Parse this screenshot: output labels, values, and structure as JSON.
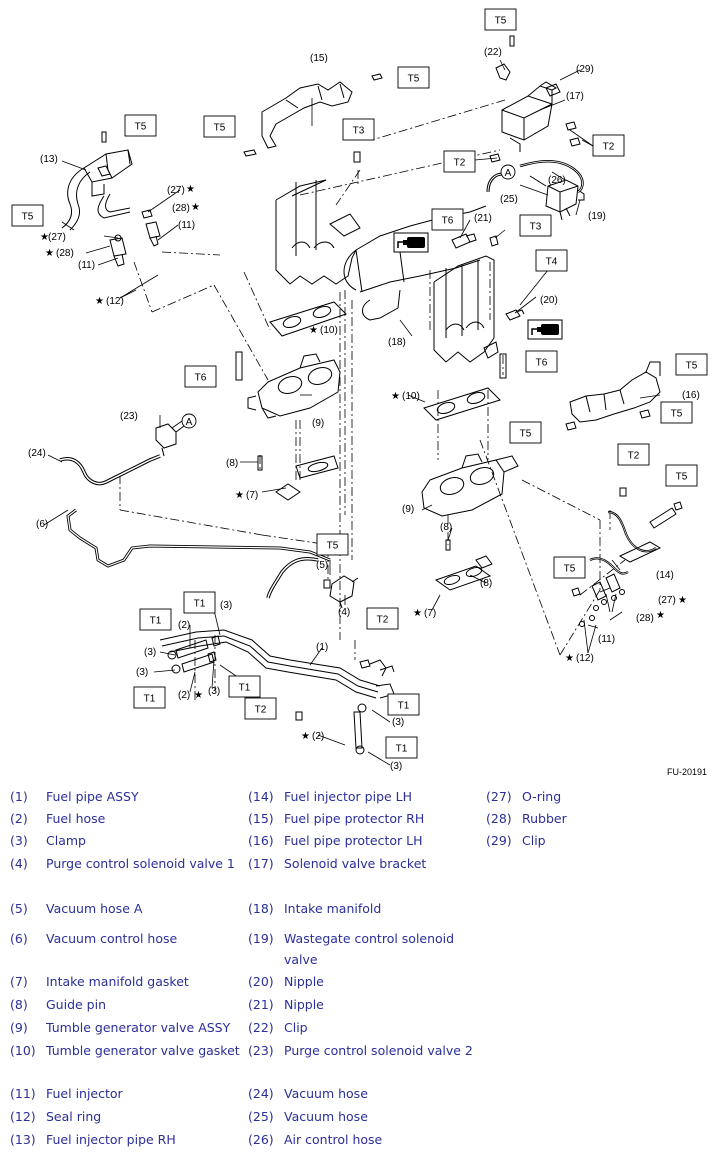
{
  "figure_id": "FU-20191",
  "torque_labels": {
    "t1": "T1",
    "t2": "T2",
    "t3": "T3",
    "t4": "T4",
    "t5": "T5",
    "t6": "T6"
  },
  "callouts": {
    "c1": "(1)",
    "c2": "(2)",
    "c3": "(3)",
    "c4": "(4)",
    "c5": "(5)",
    "c6": "(6)",
    "c7": "(7)",
    "c8": "(8)",
    "c9": "(9)",
    "c10": "(10)",
    "c11": "(11)",
    "c12": "(12)",
    "c13": "(13)",
    "c14": "(14)",
    "c15": "(15)",
    "c16": "(16)",
    "c17": "(17)",
    "c18": "(18)",
    "c19": "(19)",
    "c20": "(20)",
    "c21": "(21)",
    "c22": "(22)",
    "c23": "(23)",
    "c24": "(24)",
    "c25": "(25)",
    "c26": "(26)",
    "c27": "(27)",
    "c28": "(28)",
    "c29": "(29)"
  },
  "connector_label": "A",
  "star_mark": "★",
  "legend": {
    "col1": [
      {
        "num": "(1)",
        "label": "Fuel pipe ASSY"
      },
      {
        "num": "(2)",
        "label": "Fuel hose"
      },
      {
        "num": "(3)",
        "label": "Clamp"
      },
      {
        "num": "(4)",
        "label": "Purge control solenoid valve 1"
      },
      {
        "num": "(5)",
        "label": "Vacuum hose A"
      },
      {
        "num": "(6)",
        "label": "Vacuum control hose"
      },
      {
        "num": "(7)",
        "label": "Intake manifold gasket"
      },
      {
        "num": "(8)",
        "label": "Guide pin"
      },
      {
        "num": "(9)",
        "label": "Tumble generator valve ASSY"
      },
      {
        "num": "(10)",
        "label": "Tumble generator valve gasket"
      },
      {
        "num": "(11)",
        "label": "Fuel injector"
      },
      {
        "num": "(12)",
        "label": "Seal ring"
      },
      {
        "num": "(13)",
        "label": "Fuel injector pipe RH"
      }
    ],
    "col2": [
      {
        "num": "(14)",
        "label": "Fuel injector pipe LH"
      },
      {
        "num": "(15)",
        "label": "Fuel pipe protector RH"
      },
      {
        "num": "(16)",
        "label": "Fuel pipe protector LH"
      },
      {
        "num": "(17)",
        "label": "Solenoid valve bracket"
      },
      {
        "num": "(18)",
        "label": "Intake manifold"
      },
      {
        "num": "(19)",
        "label": "Wastegate control solenoid valve"
      },
      {
        "num": "(20)",
        "label": "Nipple"
      },
      {
        "num": "(21)",
        "label": "Nipple"
      },
      {
        "num": "(22)",
        "label": "Clip"
      },
      {
        "num": "(23)",
        "label": "Purge control solenoid valve 2"
      },
      {
        "num": "(24)",
        "label": "Vacuum hose"
      },
      {
        "num": "(25)",
        "label": "Vacuum hose"
      },
      {
        "num": "(26)",
        "label": "Air control hose"
      }
    ],
    "col3": [
      {
        "num": "(27)",
        "label": "O-ring"
      },
      {
        "num": "(28)",
        "label": "Rubber"
      },
      {
        "num": "(29)",
        "label": "Clip"
      }
    ]
  }
}
